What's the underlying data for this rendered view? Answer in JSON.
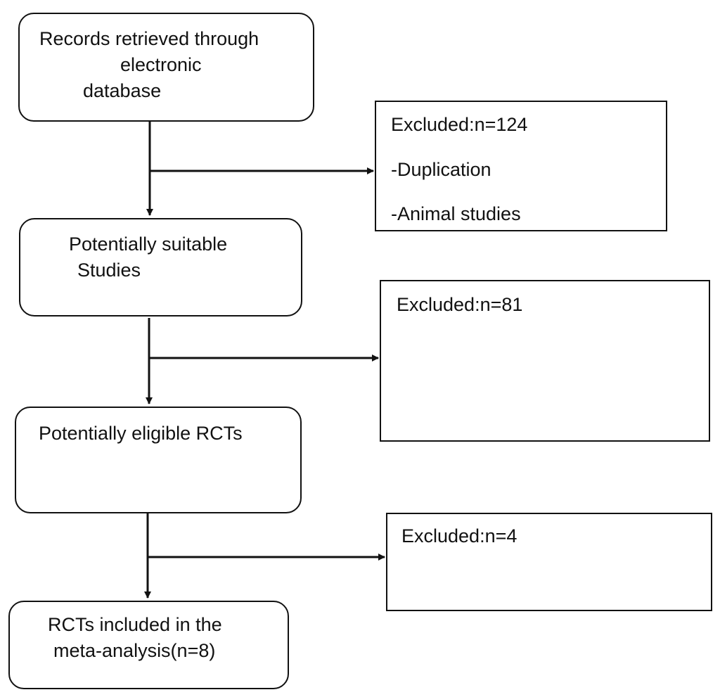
{
  "flow": {
    "records_box": {
      "lines": [
        "Records retrieved through",
        "electronic",
        "database"
      ]
    },
    "exclusion_1": {
      "title": "Excluded:n=124",
      "items": [
        "-Duplication",
        "-Animal studies"
      ]
    },
    "potential_studies_box": {
      "lines": [
        "Potentially suitable",
        "Studies"
      ]
    },
    "exclusion_2": {
      "title": "Excluded:n=81"
    },
    "eligible_rcts_box": {
      "lines": [
        "Potentially eligible RCTs"
      ]
    },
    "exclusion_3": {
      "title": "Excluded:n=4"
    },
    "included_box": {
      "lines": [
        "RCTs included in the",
        "meta-analysis(n=8)"
      ]
    }
  },
  "colors": {
    "stroke": "#111111",
    "background": "#ffffff"
  }
}
